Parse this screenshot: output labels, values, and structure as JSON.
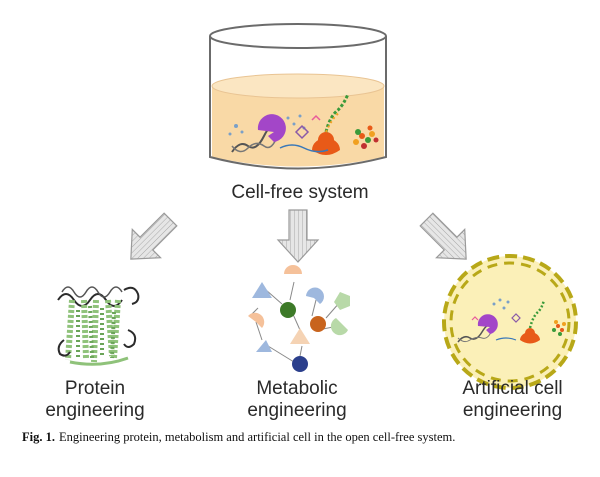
{
  "diagram": {
    "center_label": "Cell-free system",
    "branches": [
      {
        "line1": "Protein",
        "line2": "engineering"
      },
      {
        "line1": "Metabolic",
        "line2": "engineering"
      },
      {
        "line1": "Artificial cell",
        "line2": "engineering"
      }
    ]
  },
  "caption": {
    "label": "Fig. 1.",
    "text": "Engineering protein, metabolism and artificial cell in the open cell-free system."
  },
  "colors": {
    "liquid": "#f9d9a6",
    "beaker_outline": "#6b6b6b",
    "arrow_fill": "#d4d4d4",
    "protein_green": "#8fc27a",
    "protein_dark": "#2b2b2b",
    "ribosome": "#e85a18",
    "enzyme_purple": "#a346c8",
    "membrane": "#b8a818",
    "cell_fill": "#fbf0b8",
    "metabolite_navy": "#2b3f8c",
    "metabolite_green": "#3d7a28",
    "metabolite_blue": "#9eb8de",
    "metabolite_peach": "#f5c19a",
    "metabolite_pale_green": "#b8d9a8"
  }
}
